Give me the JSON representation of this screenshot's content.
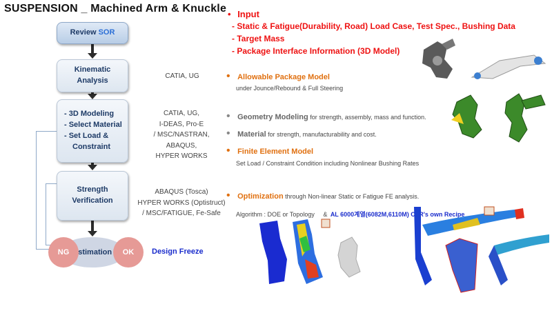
{
  "title": "SUSPENSION _ Machined Arm & Knuckle",
  "flow": {
    "review": {
      "text": "Review ",
      "highlight": "SOR"
    },
    "kinematic": [
      "Kinematic",
      "Analysis"
    ],
    "modeling": [
      "- 3D Modeling",
      "- Select Material",
      "- Set Load &",
      "Constraint"
    ],
    "strength": [
      "Strength",
      "Verification"
    ],
    "ng": "NG",
    "estimation": "Estimation",
    "ok": "OK",
    "freeze": "Design Freeze"
  },
  "tools": {
    "kinematic": "CATIA, UG",
    "modeling": [
      "CATIA, UG,",
      "I-DEAS, Pro-E",
      "/ MSC/NASTRAN,",
      "ABAQUS,",
      "HYPER WORKS"
    ],
    "strength": [
      "ABAQUS (Tosca)",
      "HYPER WORKS (Optistruct)",
      "/ MSC/FATIGUE, Fe-Safe"
    ]
  },
  "input": {
    "heading": "Input",
    "items": [
      "- Static & Fatigue(Durability, Road) Load Case, Test Spec., Bushing Data",
      "- Target Mass",
      "- Package Interface Information (3D Model)"
    ]
  },
  "package": {
    "heading": "Allowable Package Model",
    "sub": "under Jounce/Rebound & Full Steering"
  },
  "geometry": {
    "heading": "Geometry Modeling",
    "rest": " for strength, assembly, mass and function.",
    "material_heading": "Material",
    "material_rest": " for strength, manufacturability and cost.",
    "fe_heading": "Finite Element Model",
    "fe_sub": "Set Load / Constraint Condition including Nonlinear Bushing Rates"
  },
  "optimization": {
    "heading": "Optimization",
    "rest": " through Non-linear Static or Fatigue FE analysis.",
    "algorithm": "Algorithm : DOE or Topology",
    "amp": "&",
    "recipe": "AL 6000계열(6082M,6110M)  CTR's own Recipe"
  },
  "bullet": "•",
  "colors": {
    "red": "#e11111",
    "orange": "#e07010",
    "navy": "#1d3a66",
    "blue": "#1a2ccc",
    "green": "#2e8b2e"
  }
}
